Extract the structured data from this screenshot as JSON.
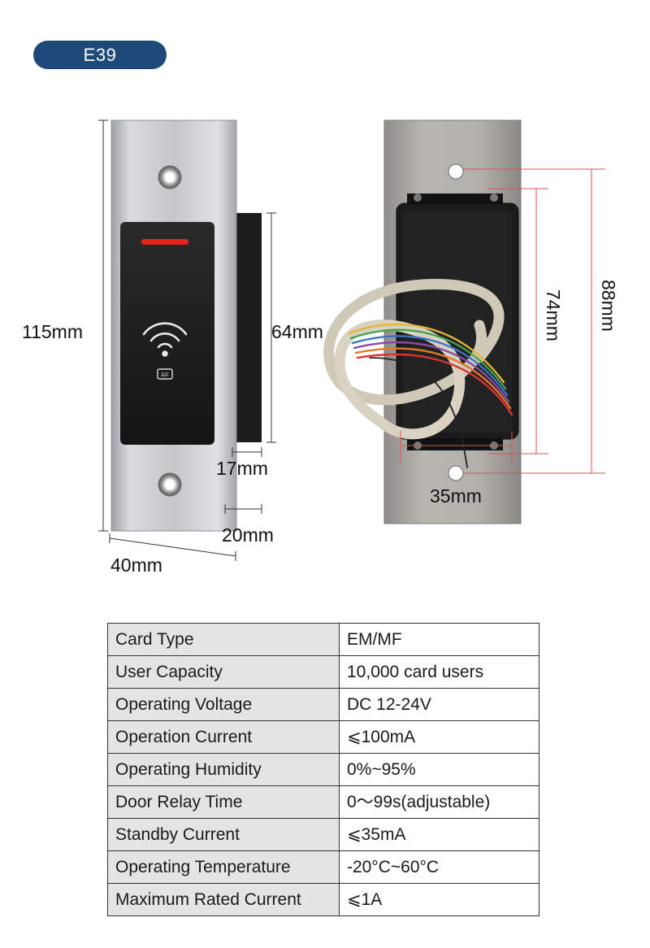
{
  "model_badge": "E39",
  "dimensions": {
    "height_front": "115mm",
    "depth_box_height": "64mm",
    "box_depth": "17mm",
    "total_depth": "20mm",
    "width_front": "40mm",
    "back_box_height": "74mm",
    "back_hole_spacing": "88mm",
    "back_box_width": "35mm"
  },
  "device": {
    "rf_label": "RF"
  },
  "colors": {
    "badge": "#1d4a78",
    "indicator": "#e8231d",
    "dimension_line_back": "#e05050",
    "table_key_bg": "#e4e4e4"
  },
  "specs": [
    {
      "label": "Card Type",
      "value": "EM/MF"
    },
    {
      "label": "User Capacity",
      "value": "10,000 card users"
    },
    {
      "label": "Operating Voltage",
      "value": "DC 12-24V"
    },
    {
      "label": "Operation Current",
      "value": "⩽100mA"
    },
    {
      "label": "Operating Humidity",
      "value": "0%~95%"
    },
    {
      "label": "Door Relay Time",
      "value": "0〜99s(adjustable)"
    },
    {
      "label": "Standby Current",
      "value": "⩽35mA"
    },
    {
      "label": "Operating Temperature",
      "value": "-20°C~60°C"
    },
    {
      "label": "Maximum Rated Current",
      "value": "⩽1A"
    }
  ]
}
